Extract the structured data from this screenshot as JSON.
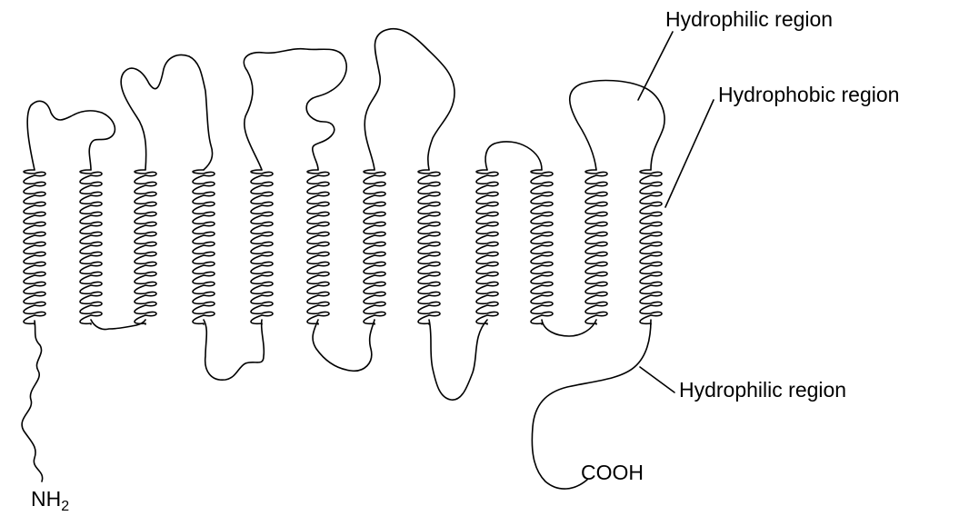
{
  "labels": {
    "hydrophilic_top": "Hydrophilic region",
    "hydrophobic": "Hydrophobic region",
    "hydrophilic_bottom": "Hydrophilic region",
    "cooh": "COOH",
    "nh2_base": "NH",
    "nh2_sub": "2"
  },
  "colors": {
    "stroke": "#000000",
    "background": "#ffffff"
  }
}
